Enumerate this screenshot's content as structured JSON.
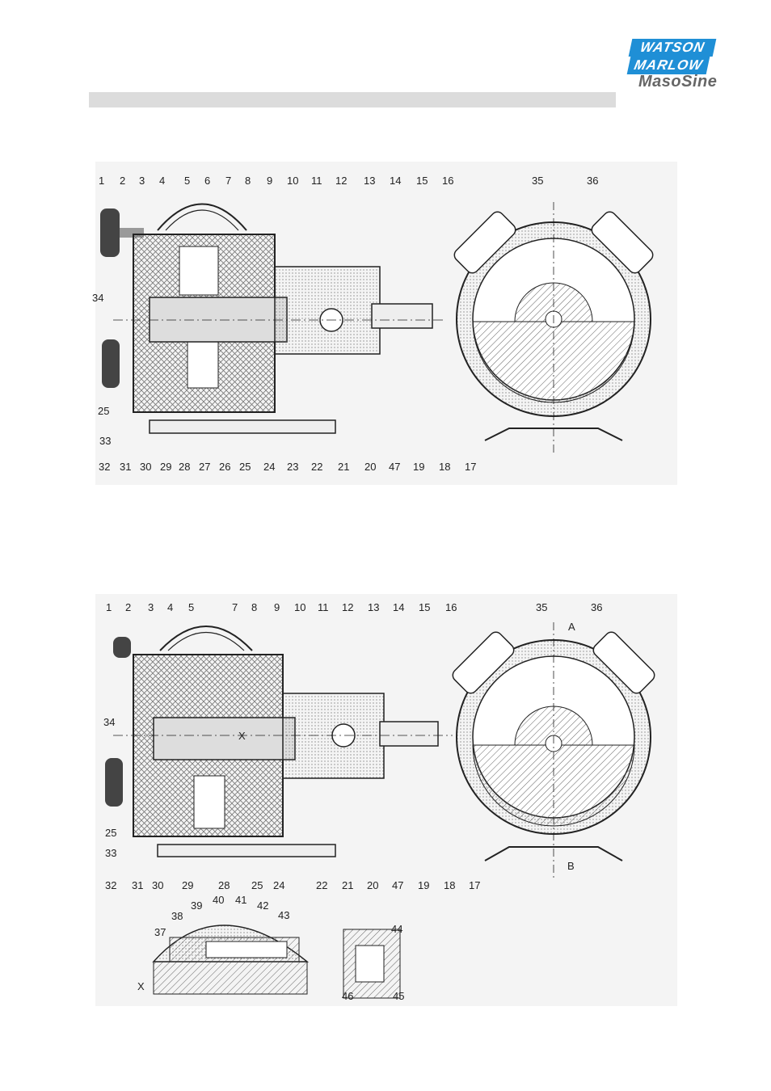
{
  "logo": {
    "line1": "WATSON",
    "line2": "MARLOW",
    "line3": "MasoSine"
  },
  "diagram_top": {
    "labels_top": [
      "1",
      "2",
      "3",
      "4",
      "5",
      "6",
      "7",
      "8",
      "9",
      "10",
      "11",
      "12",
      "13",
      "14",
      "15",
      "16",
      "35",
      "36"
    ],
    "labels_left": [
      "34",
      "25",
      "33"
    ],
    "labels_bottom": [
      "32",
      "31",
      "30",
      "29",
      "28",
      "27",
      "26",
      "25",
      "24",
      "23",
      "22",
      "21",
      "20",
      "47",
      "19",
      "18",
      "17"
    ]
  },
  "diagram_bottom": {
    "labels_top": [
      "1",
      "2",
      "3",
      "4",
      "5",
      "7",
      "8",
      "9",
      "10",
      "11",
      "12",
      "13",
      "14",
      "15",
      "16",
      "35",
      "36"
    ],
    "section_a": "A",
    "section_b": "B",
    "shaft_mark": "X",
    "labels_left": [
      "34",
      "25",
      "33"
    ],
    "labels_bottom": [
      "32",
      "31",
      "30",
      "29",
      "28",
      "25",
      "24",
      "22",
      "21",
      "20",
      "47",
      "19",
      "18",
      "17"
    ]
  },
  "detail": {
    "labels": [
      "37",
      "38",
      "39",
      "40",
      "41",
      "42",
      "43",
      "44",
      "46",
      "45"
    ],
    "mark": "X"
  },
  "colors": {
    "brand": "#1f8fd6",
    "bar": "#dcdcdc",
    "line": "#222222"
  }
}
